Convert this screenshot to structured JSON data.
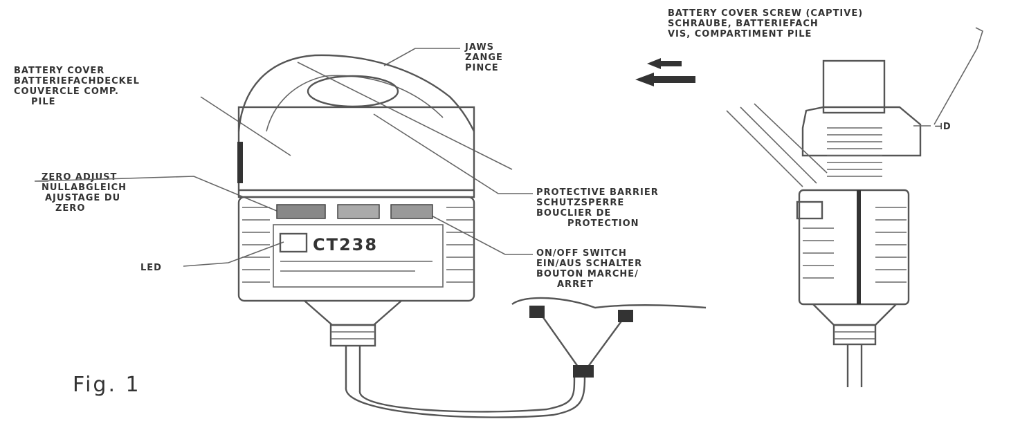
{
  "figure_label": "Fig. 1",
  "model_label": "CT238",
  "labels": {
    "battery_cover_right": [
      "BATTERY COVER SCREW (CAPTIVE)",
      "SCHRAUBE, BATTERIEFACH",
      "VIS, COMPARTIMENT PILE"
    ],
    "jaws": [
      "JAWS",
      "ZANGE",
      "PINCE"
    ],
    "battery_cover_left": [
      "BATTERY COVER",
      "BATTERIEFACHDECKEL",
      "COUVERCLE COMP.",
      "PILE"
    ],
    "zero_adjust": [
      "ZERO ADJUST",
      "NULLABGLEICH",
      "AJUSTAGE DU",
      "ZERO"
    ],
    "led": "LED",
    "protective_barrier": [
      "PROTECTIVE BARRIER",
      "SCHUTZSPERRE",
      "BOUCLIER DE",
      "PROTECTION"
    ],
    "on_off_switch": [
      "ON/OFF SWITCH",
      "EIN/AUS SCHALTER",
      "BOUTON MARCHE/",
      "ARRET"
    ]
  },
  "colors": {
    "line": "#555555",
    "text": "#333333",
    "fill_dark": "#333333",
    "background": "#ffffff"
  }
}
